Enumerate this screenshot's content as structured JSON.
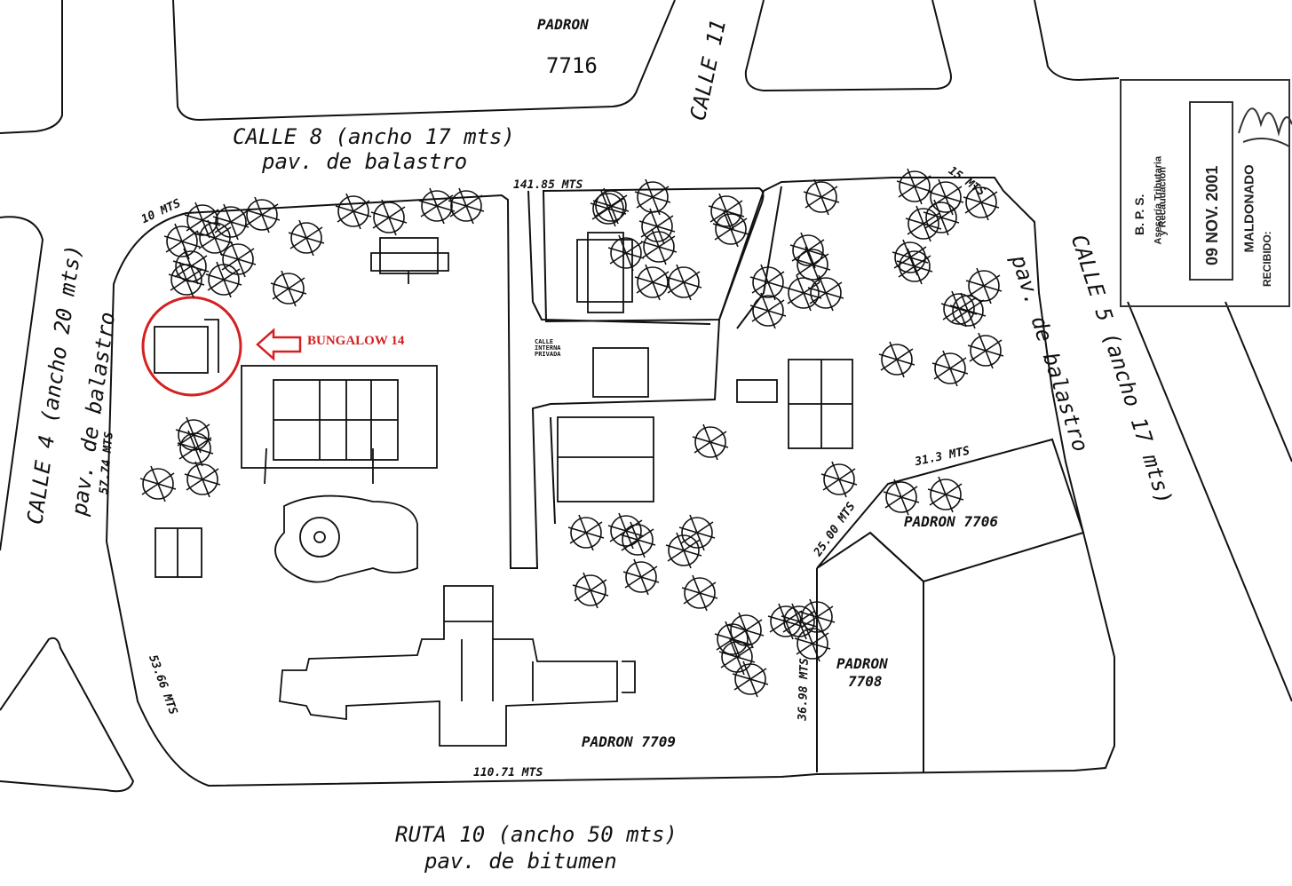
{
  "map": {
    "streets": {
      "calle8_name": "CALLE 8 (ancho 17 mts)",
      "calle8_surface": "pav. de balastro",
      "calle4_name": "CALLE 4 (ancho 20 mts)",
      "calle4_surface": "pav. de balastro",
      "calle5_name": "CALLE 5 (ancho 17 mts)",
      "calle5_surface": "pav. de balastro",
      "calle11_name": "CALLE 11",
      "ruta10_name": "RUTA 10 (ancho 50 mts)",
      "ruta10_surface": "pav. de bitumen"
    },
    "padrones": {
      "top_label": "PADRON",
      "top_number": "7716",
      "p7706": "PADRON 7706",
      "p7708_label": "PADRON",
      "p7708_number": "7708",
      "p7709": "PADRON 7709"
    },
    "measurements": {
      "north": "141.85 MTS",
      "northwest": "10 MTS",
      "northeast": "15 MTS",
      "west": "57.74 MTS",
      "southwest": "53.66 MTS",
      "south": "110.71 MTS",
      "padron_7706_side": "31.3 MTS",
      "padron_7706_diag": "25.00 MTS",
      "padron_7708_side": "36.98 MTS"
    },
    "small_label": "CALLE INTERNA PRIVADA",
    "highlight": {
      "label": "BUNGALOW 14",
      "color": "#d42020"
    }
  },
  "stamp": {
    "org": "B. P. S.",
    "line1": "Asesoría Tributaria",
    "line2": "y Recaudación",
    "date": "09 NOV. 2001",
    "city": "MALDONADO",
    "received": "RECIBIDO:"
  }
}
